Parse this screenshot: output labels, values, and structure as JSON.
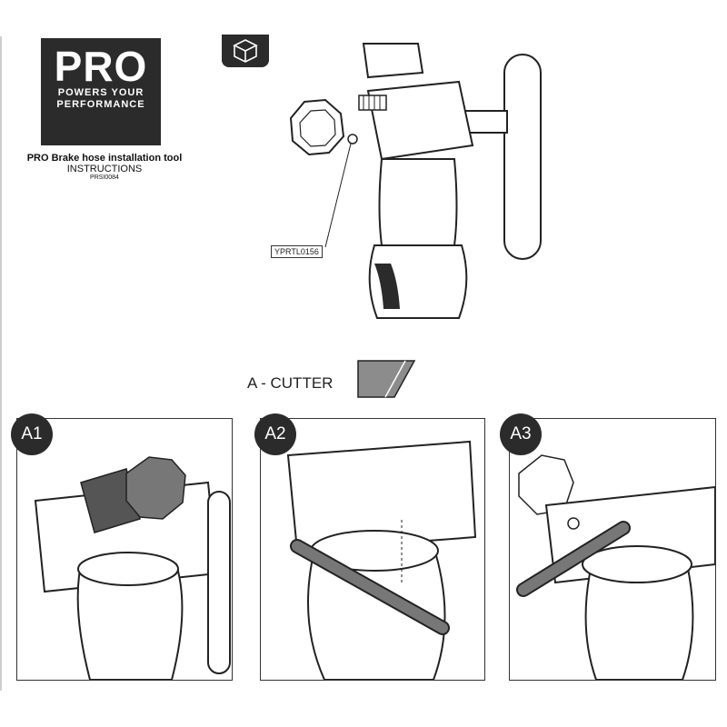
{
  "logo": {
    "brand": "PRO",
    "tagline_1": "POWERS YOUR",
    "tagline_2": "PERFORMANCE"
  },
  "doc": {
    "title": "PRO Brake hose installation tool",
    "subtitle": "INSTRUCTIONS",
    "code": "PRSI0084"
  },
  "part_label": "YPRTL0156",
  "cutter": {
    "label": "A - CUTTER"
  },
  "steps": [
    {
      "label": "A1"
    },
    {
      "label": "A2"
    },
    {
      "label": "A3"
    }
  ],
  "colors": {
    "dark": "#2b2b2b",
    "tool_gray": "#8c8c8c",
    "line": "#222222"
  },
  "icons": [
    "box-icon"
  ]
}
